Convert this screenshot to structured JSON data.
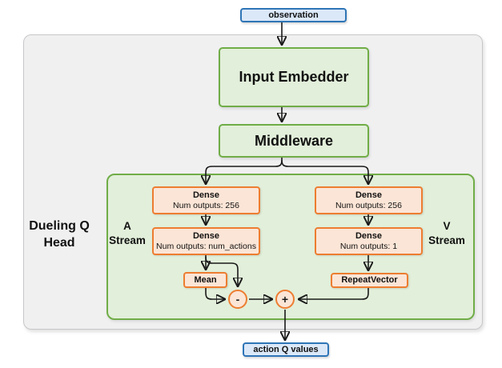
{
  "io": {
    "observation": "observation",
    "action_q_values": "action Q values"
  },
  "blocks": {
    "input_embedder": "Input Embedder",
    "middleware": "Middleware"
  },
  "dueling_head": {
    "label": "Dueling Q Head",
    "a_stream": {
      "label": "A Stream",
      "dense_1": {
        "name": "Dense",
        "detail": "Num outputs: 256"
      },
      "dense_2": {
        "name": "Dense",
        "detail": "Num outputs: num_actions"
      },
      "mean": "Mean"
    },
    "v_stream": {
      "label": "V Stream",
      "dense_1": {
        "name": "Dense",
        "detail": "Num outputs: 256"
      },
      "dense_2": {
        "name": "Dense",
        "detail": "Num outputs: 1"
      },
      "repeat_vector": "RepeatVector"
    },
    "subtract_op": "-",
    "add_op": "+"
  },
  "colors": {
    "io_fill": "#dbe8f8",
    "io_border": "#2e75b6",
    "green_fill": "#e2efda",
    "green_border": "#70ad47",
    "orange_fill": "#fbe5d6",
    "orange_border": "#ed7d31",
    "container_fill": "#f0f0f1",
    "container_border": "#c7c7ca",
    "arrow": "#1a1a1a"
  }
}
